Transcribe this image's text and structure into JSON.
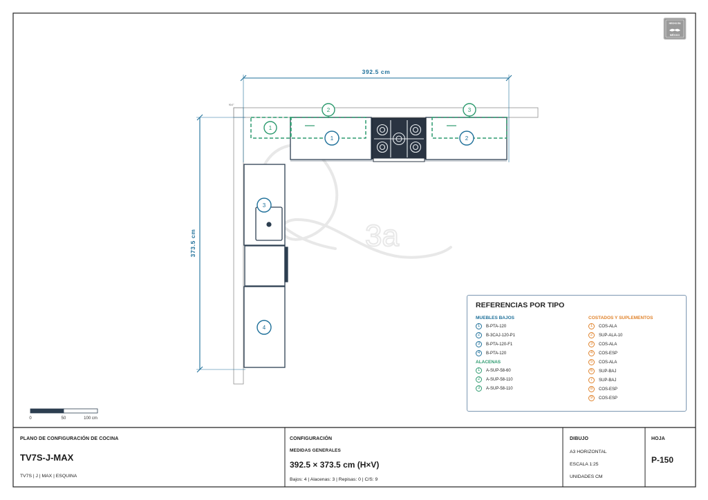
{
  "badge": {
    "line1": "HECHO EN",
    "line2": "MÉXICO"
  },
  "dimensions": {
    "width_label": "392.5 cm",
    "height_label": "373.5 cm",
    "small_label": "90.0°"
  },
  "watermark": "Q3a",
  "plan_markers": {
    "base": [
      "1",
      "2",
      "3",
      "4"
    ],
    "wall": [
      "1",
      "2",
      "3"
    ]
  },
  "scale_bar": {
    "labels": [
      "0",
      "50",
      "100 cm"
    ]
  },
  "legend": {
    "title": "REFERENCIAS POR TIPO",
    "muebles_bajos": {
      "heading": "MUEBLES BAJOS",
      "items": [
        {
          "n": "1",
          "code": "B-PTA-120"
        },
        {
          "n": "2",
          "code": "B-3CAJ-120-P1"
        },
        {
          "n": "3",
          "code": "B-PTA-120-F1"
        },
        {
          "n": "4",
          "code": "B-PTA-120"
        }
      ]
    },
    "alacenas": {
      "heading": "ALACENAS",
      "items": [
        {
          "n": "1",
          "code": "A-SUP-58-60"
        },
        {
          "n": "2",
          "code": "A-SUP-58-110"
        },
        {
          "n": "3",
          "code": "A-SUP-58-110"
        }
      ]
    },
    "costados": {
      "heading": "COSTADOS Y SUPLEMENTOS",
      "items": [
        {
          "n": "1",
          "code": "COS-ALA"
        },
        {
          "n": "2",
          "code": "SUP-ALA-10"
        },
        {
          "n": "3",
          "code": "COS-ALA"
        },
        {
          "n": "4",
          "code": "COS-ESP"
        },
        {
          "n": "5",
          "code": "COS-ALA"
        },
        {
          "n": "6",
          "code": "SUP-BAJ"
        },
        {
          "n": "7",
          "code": "SUP-BAJ"
        },
        {
          "n": "8",
          "code": "COS-ESP"
        },
        {
          "n": "9",
          "code": "COS-ESP"
        }
      ]
    }
  },
  "title_block": {
    "project_label": "PLANO DE CONFIGURACIÓN DE COCINA",
    "model": "TV7S-J-MAX",
    "model_sub": "TV7S | J | MAX | ESQUINA",
    "config_label": "CONFIGURACIÓN",
    "medidas_label": "MEDIDAS GENERALES",
    "medidas_value": "392.5 × 373.5 cm (H×V)",
    "counts": "Bajos: 4 | Alacenas: 3 | Repisas: 0 | C/S: 9",
    "dibujo_label": "DIBUJO",
    "format": "A3 HORIZONTAL",
    "escala": "ESCALA 1:25",
    "unidades": "UNIDADES CM",
    "hoja_label": "HOJA",
    "hoja_value": "P-150"
  },
  "colors": {
    "blue": "#1d6f99",
    "green": "#2c9a6e",
    "orange": "#e0822a",
    "cabinet": "#2c3e50"
  }
}
